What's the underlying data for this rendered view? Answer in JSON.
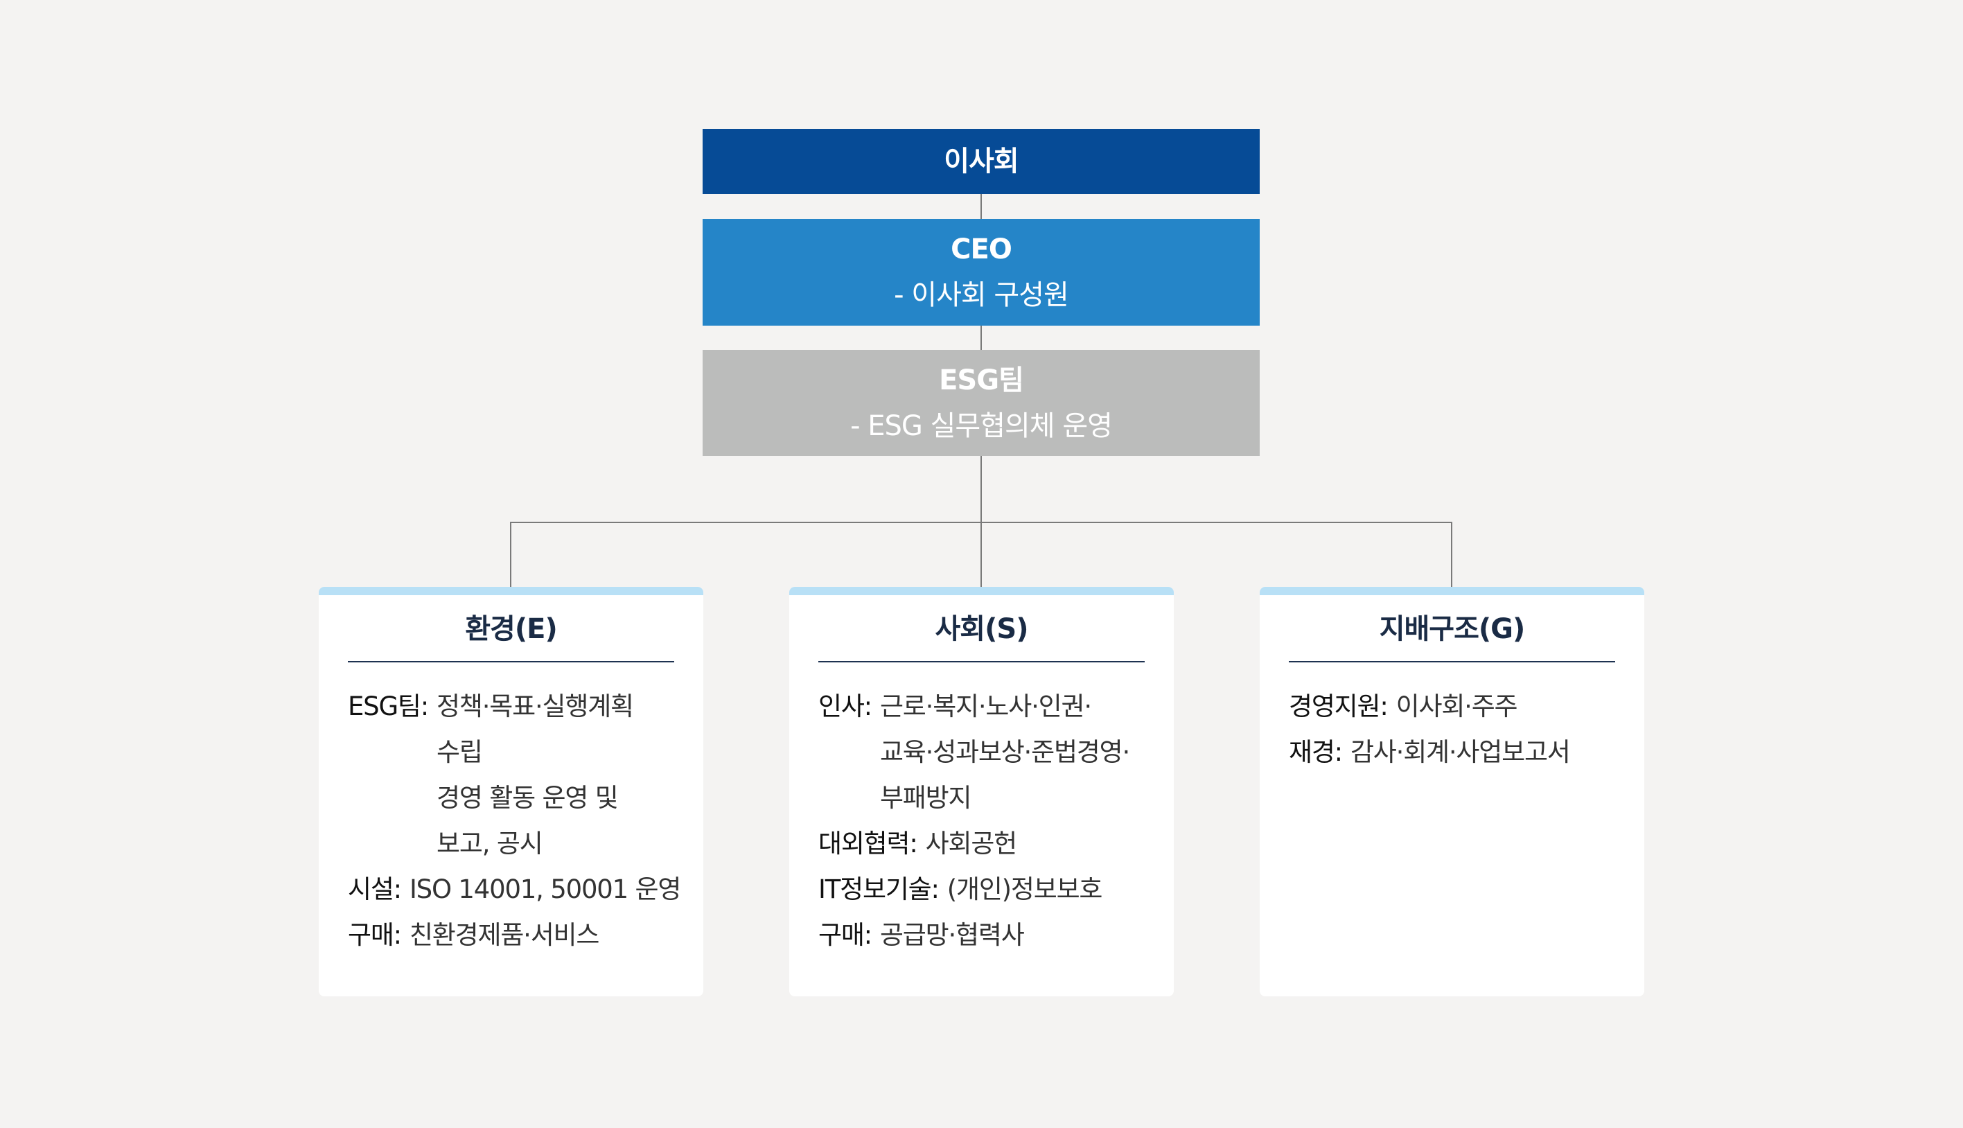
{
  "board": {
    "title": "이사회",
    "color": "#064b96"
  },
  "ceo": {
    "title": "CEO",
    "sub": "- 이사회 구성원",
    "color": "#2585c8"
  },
  "esg_team": {
    "title": "ESG팀",
    "sub": "- ESG 실무협의체 운영",
    "color": "#bbbcbb"
  },
  "cards": [
    {
      "title": "환경(E)",
      "rows": [
        {
          "label": "ESG팀:",
          "lines": [
            "정책·목표·실행계획",
            "수립",
            "경영 활동 운영 및",
            "보고, 공시"
          ]
        },
        {
          "label": "시설:",
          "lines": [
            "ISO 14001, 50001 운영"
          ]
        },
        {
          "label": "구매:",
          "lines": [
            "친환경제품·서비스"
          ]
        }
      ]
    },
    {
      "title": "사회(S)",
      "rows": [
        {
          "label": "인사:",
          "lines": [
            "근로·복지·노사·인권·",
            "교육·성과보상·준법경영·",
            "부패방지"
          ]
        },
        {
          "label": "대외협력:",
          "lines": [
            "사회공헌"
          ]
        },
        {
          "label": "IT정보기술:",
          "lines": [
            "(개인)정보보호"
          ]
        },
        {
          "label": "구매:",
          "lines": [
            "공급망·협력사"
          ]
        }
      ]
    },
    {
      "title": "지배구조(G)",
      "rows": [
        {
          "label": "경영지원:",
          "lines": [
            "이사회·주주"
          ]
        },
        {
          "label": "재경:",
          "lines": [
            "감사·회계·사업보고서"
          ]
        }
      ]
    }
  ],
  "accent_bar_color": "#b8e0f6",
  "rule_color": "#1e3251"
}
